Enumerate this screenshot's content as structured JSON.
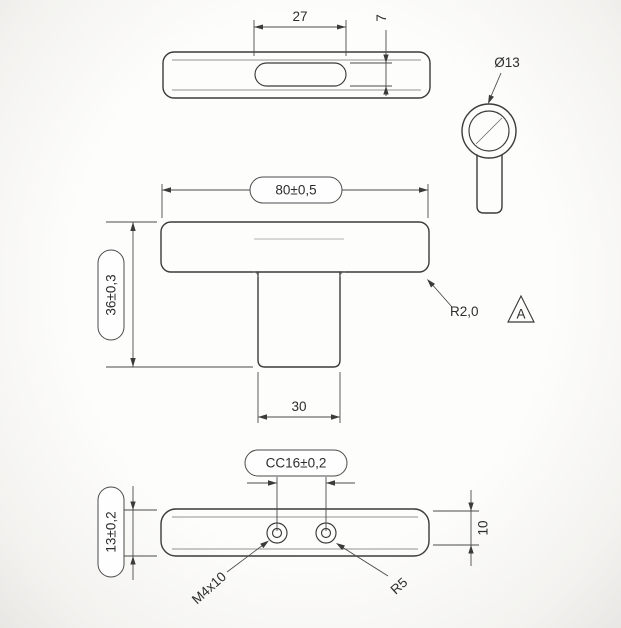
{
  "drawing": {
    "top_view": {
      "dim_slot_length": "27",
      "dim_slot_width": "7"
    },
    "side_view": {
      "dim_diameter": "Ø13"
    },
    "front_view": {
      "dim_overall_width": "80±0,5",
      "dim_overall_height": "36±0,3",
      "dim_stem_width": "30",
      "radius_callout": "R2,0",
      "datum_label": "A"
    },
    "bottom_view": {
      "dim_hole_spacing": "CC16±0,2",
      "dim_width": "13±0,2",
      "dim_depth": "10",
      "thread_callout": "M4x10",
      "radius_callout": "R5"
    }
  },
  "colors": {
    "outline": "#3b3b3b",
    "dimension_lines": "#4b4b4b",
    "text": "#2d2d2d",
    "background": "#fdfdfc"
  }
}
